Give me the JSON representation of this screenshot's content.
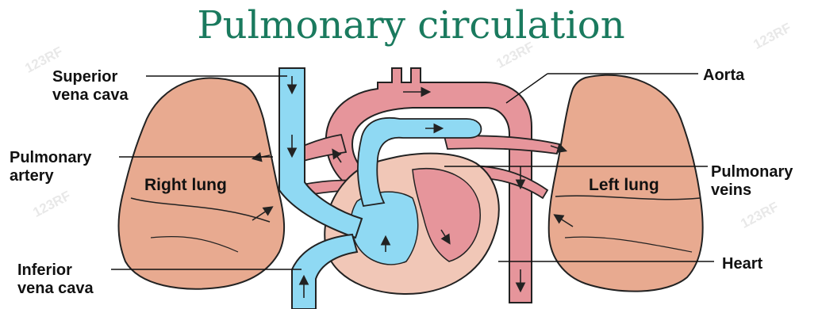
{
  "title": "Pulmonary circulation",
  "labels": {
    "superior_vena_cava": [
      "Superior",
      "vena cava"
    ],
    "pulmonary_artery": [
      "Pulmonary",
      "artery"
    ],
    "inferior_vena_cava": [
      "Inferior",
      "vena cava"
    ],
    "aorta": "Aorta",
    "pulmonary_veins": [
      "Pulmonary",
      "veins"
    ],
    "heart": "Heart",
    "right_lung": "Right lung",
    "left_lung": "Left lung"
  },
  "watermark": "123RF",
  "colors": {
    "title": "#1a7a5e",
    "lung": "#e8aa90",
    "vessel_red": "#e6959b",
    "vessel_blue": "#8fd9f3",
    "heart_muscle": "#f1c7b7",
    "outline": "#222222"
  }
}
